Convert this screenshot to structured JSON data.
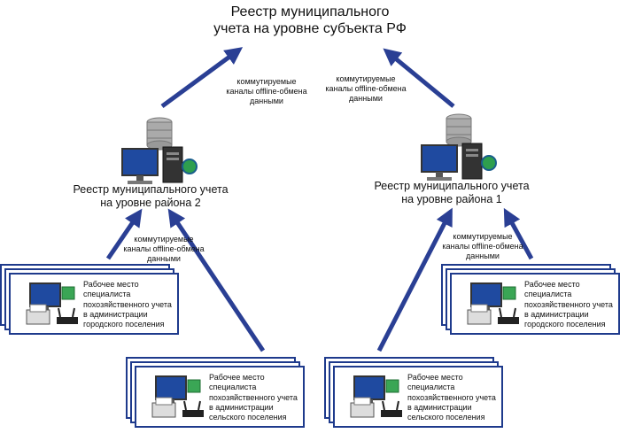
{
  "top": {
    "line1": "Реестр муниципального",
    "line2": "учета на уровне субъекта РФ"
  },
  "region2": {
    "line1": "Реестр муниципального учета",
    "line2": "на уровне района 2"
  },
  "region1": {
    "line1": "Реестр муниципального учета",
    "line2": "на уровне района 1"
  },
  "channel": {
    "line1": "коммутируемые",
    "line2": "каналы offline-обмена",
    "line3": "данными"
  },
  "workstation_city": {
    "line1": "Рабочее место",
    "line2": "специалиста",
    "line3": "похозяйственного учета",
    "line4": "в администрации",
    "line5": "городского поселения"
  },
  "workstation_rural": {
    "line1": "Рабочее место",
    "line2": "специалиста",
    "line3": "похозяйственного учета",
    "line4": "в администрации",
    "line5": "сельского поселения"
  },
  "colors": {
    "arrow": "#2a3f94",
    "box_border": "#1e3a8c"
  }
}
